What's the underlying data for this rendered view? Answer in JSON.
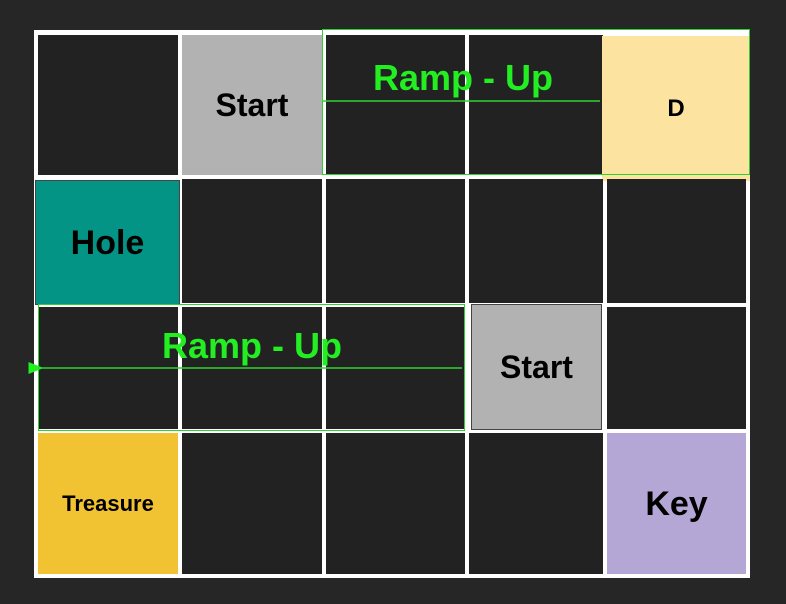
{
  "board": {
    "rows": 4,
    "cols": 5,
    "cells": [
      {
        "row": 0,
        "col": 0,
        "label": "",
        "color": "#222222"
      },
      {
        "row": 0,
        "col": 1,
        "label": "Start",
        "color": "#b2b2b2"
      },
      {
        "row": 0,
        "col": 2,
        "label": "",
        "color": "#222222"
      },
      {
        "row": 0,
        "col": 3,
        "label": "",
        "color": "#222222"
      },
      {
        "row": 0,
        "col": 4,
        "label": "D",
        "color": "#fce4a0"
      },
      {
        "row": 1,
        "col": 0,
        "label": "Hole",
        "color": "#039485"
      },
      {
        "row": 1,
        "col": 1,
        "label": "",
        "color": "#222222"
      },
      {
        "row": 1,
        "col": 2,
        "label": "",
        "color": "#222222"
      },
      {
        "row": 1,
        "col": 3,
        "label": "",
        "color": "#222222"
      },
      {
        "row": 1,
        "col": 4,
        "label": "",
        "color": "#222222"
      },
      {
        "row": 2,
        "col": 0,
        "label": "",
        "color": "#222222"
      },
      {
        "row": 2,
        "col": 1,
        "label": "",
        "color": "#222222"
      },
      {
        "row": 2,
        "col": 2,
        "label": "",
        "color": "#222222"
      },
      {
        "row": 2,
        "col": 3,
        "label": "Start",
        "color": "#b2b2b2"
      },
      {
        "row": 2,
        "col": 4,
        "label": "",
        "color": "#222222"
      },
      {
        "row": 3,
        "col": 0,
        "label": "Treasure",
        "color": "#f1c232"
      },
      {
        "row": 3,
        "col": 1,
        "label": "",
        "color": "#222222"
      },
      {
        "row": 3,
        "col": 2,
        "label": "",
        "color": "#222222"
      },
      {
        "row": 3,
        "col": 3,
        "label": "",
        "color": "#222222"
      },
      {
        "row": 3,
        "col": 4,
        "label": "Key",
        "color": "#b4a7d6"
      }
    ]
  },
  "ramps": [
    {
      "label": "Ramp - Up",
      "row": 0,
      "col_start": 2,
      "col_end": 3,
      "direction": "right"
    },
    {
      "label": "Ramp - Up",
      "row": 2,
      "col_start": 0,
      "col_end": 2,
      "direction": "left"
    }
  ],
  "colors": {
    "ramp": "#22ee22",
    "grid_line": "#ffffff",
    "empty_cell": "#222222",
    "background": "#262626"
  }
}
